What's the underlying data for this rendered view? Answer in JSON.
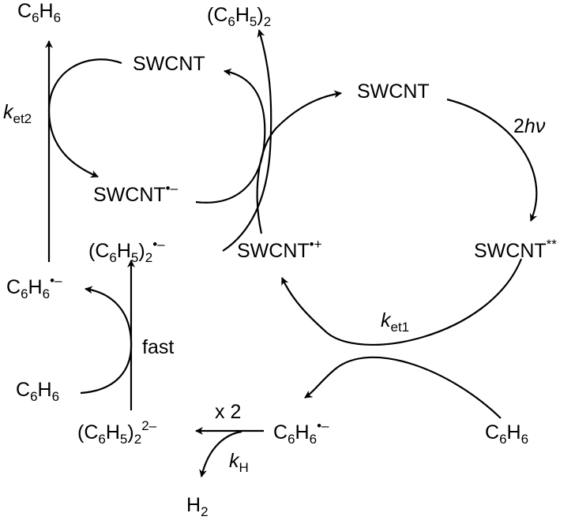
{
  "species": {
    "benzene_top_left": {
      "main": "C",
      "sub1": "6",
      "main2": "H",
      "sub2": "6"
    },
    "biphenyl_top": {
      "open": "(C",
      "sub1": "6",
      "mid": "H",
      "sub2": "5",
      "close": ")",
      "sub3": "2"
    },
    "swcnt_left": "SWCNT",
    "swcnt_right": "SWCNT",
    "swcnt_anion": {
      "main": "SWCNT",
      "sup": "•–"
    },
    "swcnt_cation": {
      "main": "SWCNT",
      "sup": "•+"
    },
    "swcnt_excited": {
      "main": "SWCNT",
      "sup": "**"
    },
    "biphenyl_anion": {
      "open": "(C",
      "sub1": "6",
      "mid": "H",
      "sub2": "5",
      "close": ")",
      "sub3": "2",
      "sup": "•–"
    },
    "benzene_anion_left": {
      "main": "C",
      "sub1": "6",
      "main2": "H",
      "sub2": "6",
      "sup": "•–"
    },
    "benzene_left": {
      "main": "C",
      "sub1": "6",
      "main2": "H",
      "sub2": "6"
    },
    "biphenyl_dianion": {
      "open": "(C",
      "sub1": "6",
      "mid": "H",
      "sub2": "5",
      "close": ")",
      "sub3": "2",
      "sup": "2–"
    },
    "benzene_anion_bottom": {
      "main": "C",
      "sub1": "6",
      "main2": "H",
      "sub2": "6",
      "sup": "•–"
    },
    "benzene_bottom_right": {
      "main": "C",
      "sub1": "6",
      "main2": "H",
      "sub2": "6"
    },
    "hydrogen": {
      "main": "H",
      "sub1": "2"
    }
  },
  "labels": {
    "ket2": {
      "k": "k",
      "sub": "et2"
    },
    "ket1": {
      "k": "k",
      "sub": "et1"
    },
    "kH": {
      "k": "k",
      "sub": "H"
    },
    "two_hv": {
      "pre": "2",
      "h": "h",
      "nu": "ν"
    },
    "fast": "fast",
    "x2": "x 2"
  }
}
